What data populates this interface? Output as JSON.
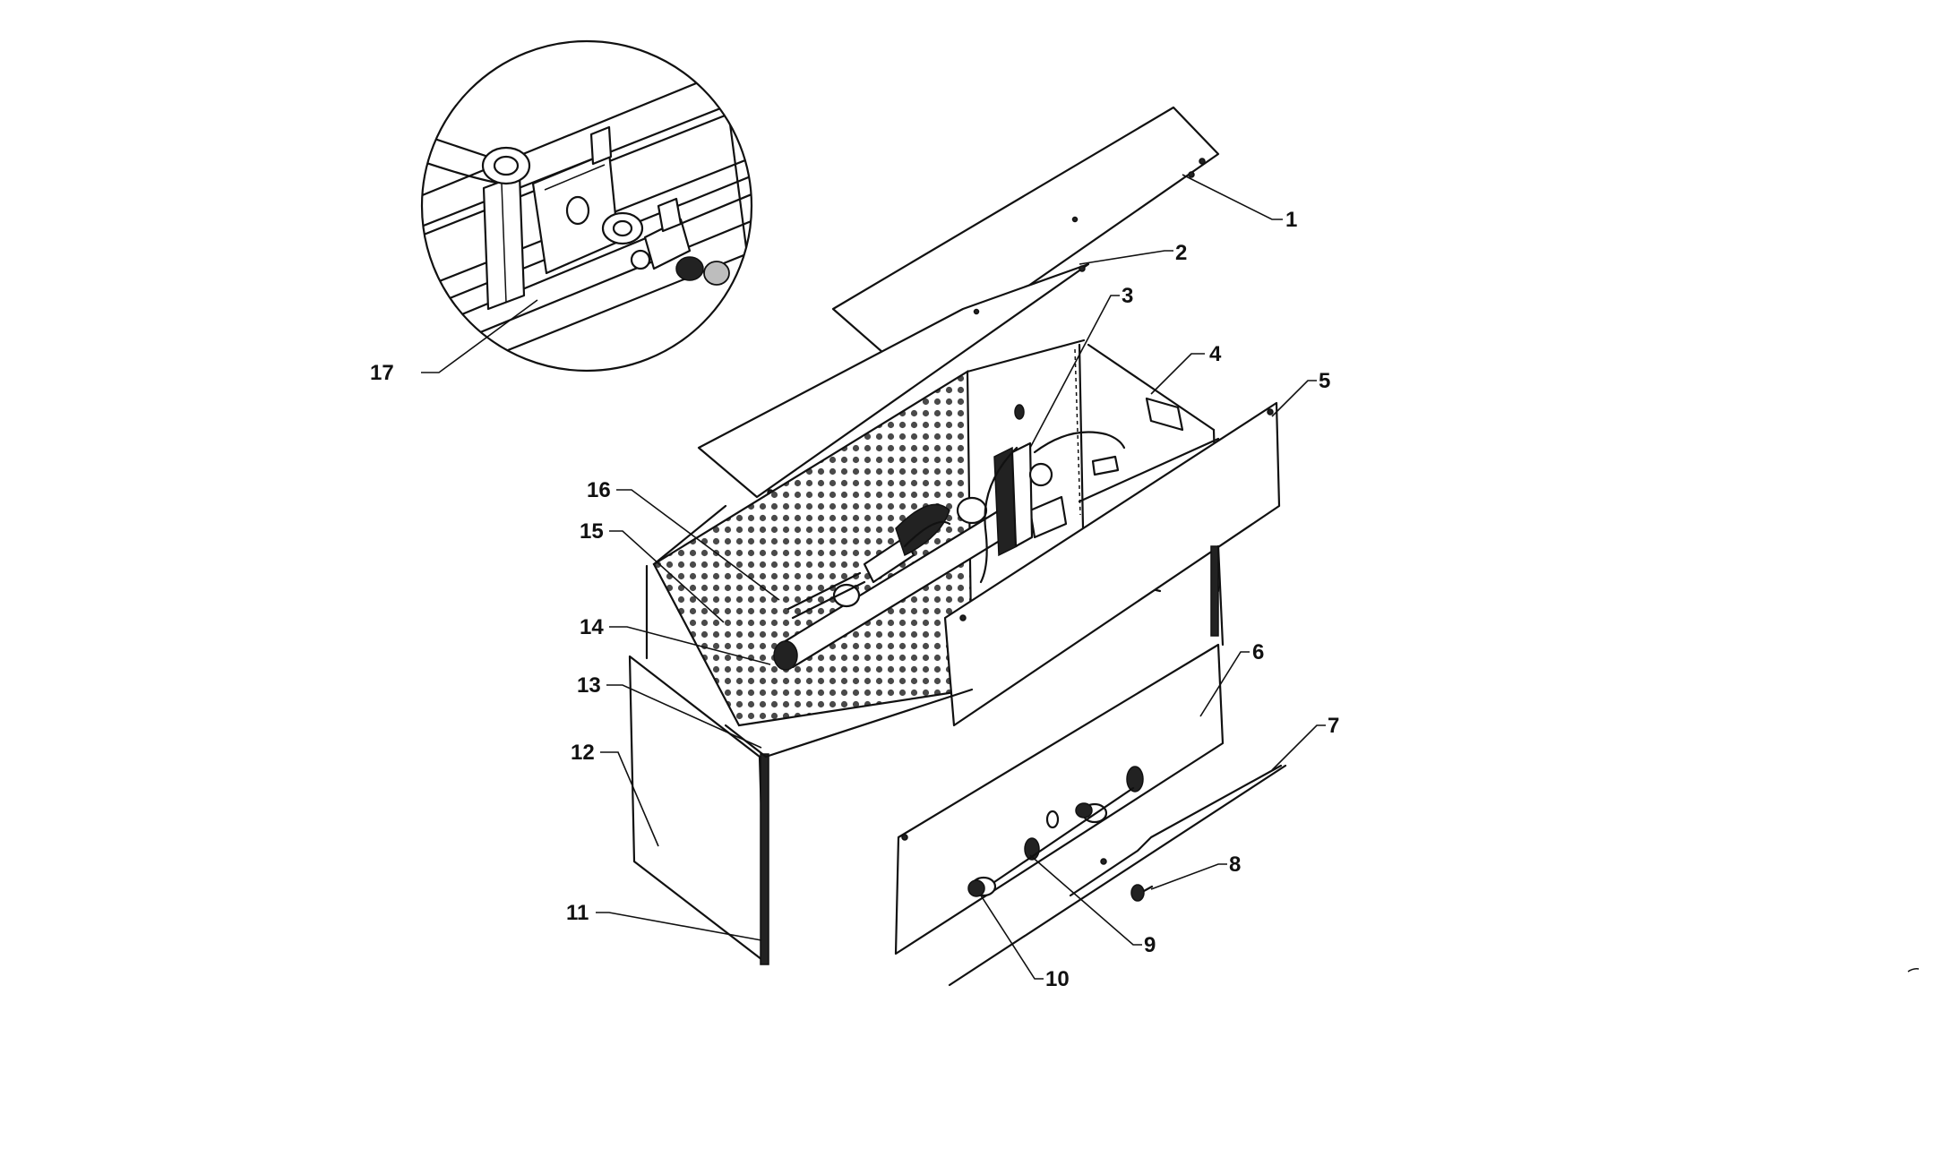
{
  "diagram": {
    "callouts": [
      {
        "id": "c1",
        "text": "1"
      },
      {
        "id": "c2",
        "text": "2"
      },
      {
        "id": "c3",
        "text": "3"
      },
      {
        "id": "c4",
        "text": "4"
      },
      {
        "id": "c5",
        "text": "5"
      },
      {
        "id": "c6",
        "text": "6"
      },
      {
        "id": "c7",
        "text": "7"
      },
      {
        "id": "c8",
        "text": "8"
      },
      {
        "id": "c9",
        "text": "9"
      },
      {
        "id": "c10",
        "text": "10"
      },
      {
        "id": "c11",
        "text": "11"
      },
      {
        "id": "c12",
        "text": "12"
      },
      {
        "id": "c13",
        "text": "13"
      },
      {
        "id": "c14",
        "text": "14"
      },
      {
        "id": "c15",
        "text": "15"
      },
      {
        "id": "c16",
        "text": "16"
      },
      {
        "id": "c17",
        "text": "17"
      }
    ],
    "colors": {
      "line": "#111111",
      "background": "#ffffff",
      "perforation": "#4a4a4a"
    }
  }
}
